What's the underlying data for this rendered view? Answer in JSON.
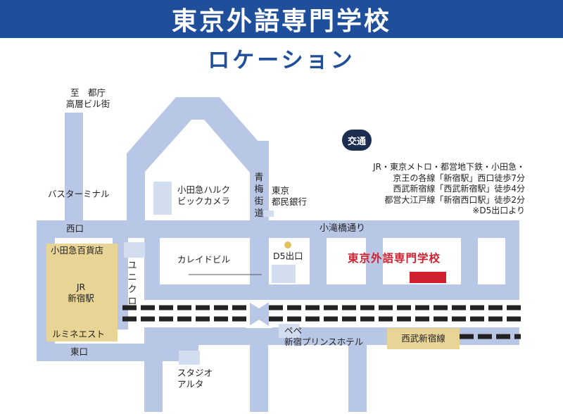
{
  "title": "東京外語専門学校",
  "subtitle": "ロケーション",
  "colors": {
    "banner": "#1f4e9b",
    "road": "#b9c7e6",
    "building": "#e8d495",
    "school_marker": "#d1202f",
    "access_badge": "#1c2d50"
  },
  "labels": {
    "tocho": [
      "至　都庁",
      "高層ビル街"
    ],
    "bus_terminal": "バスターミナル",
    "odakyu_halc": [
      "小田急ハルク",
      "ビックカメラ"
    ],
    "aome_kaido": [
      "青",
      "梅",
      "街",
      "道"
    ],
    "tokyo_tomin_bank": [
      "東京",
      "都民銀行"
    ],
    "nishiguchi": "西口",
    "kotakibashi": "小滝橋通り",
    "odakyu_dept": "小田急百貨店",
    "jr_station": [
      "JR",
      "新宿駅"
    ],
    "lumine": "ルミネエスト",
    "uniqlo": [
      "ユ",
      "ニ",
      "ク",
      "ロ"
    ],
    "kareido_building": "カレイドビル",
    "d5_exit": "D5出口",
    "school_name": "東京外語専門学校",
    "higashiguchi": "東口",
    "pepe_prince": [
      "ペペ",
      "新宿プリンスホテル"
    ],
    "seibu_line": "西武新宿線",
    "studio_alta": [
      "スタジオ",
      "アルタ"
    ]
  },
  "access": {
    "badge": "交通",
    "lines": [
      "JR・東京メトロ・都営地下鉄・小田急・",
      "京王の各線「新宿駅」西口徒歩7分",
      "西武新宿線「西武新宿駅」徒歩4分",
      "都営大江戸線「新宿西口駅」徒歩2分",
      "※D5出口より"
    ]
  }
}
